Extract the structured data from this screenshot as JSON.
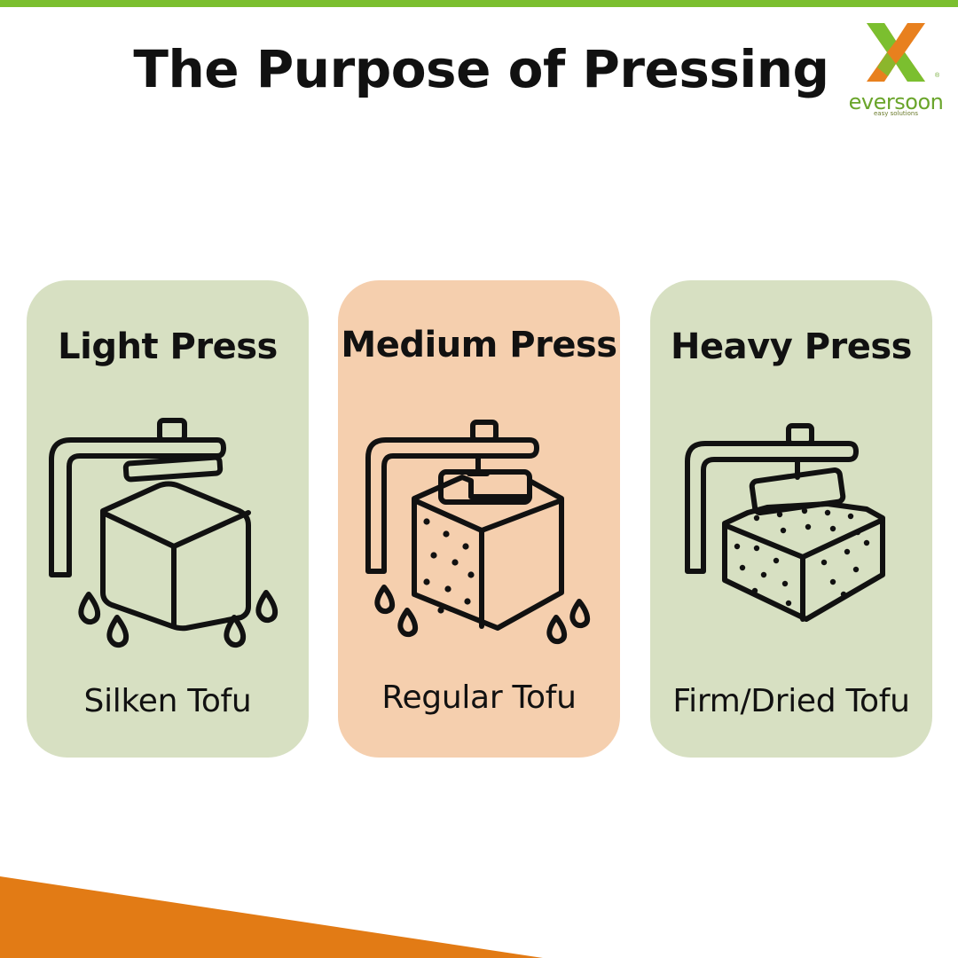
{
  "title": "The Purpose of Pressing",
  "logo": {
    "name": "eversoon",
    "tagline": "easy solutions",
    "registered_mark": "®"
  },
  "cards": [
    {
      "title": "Light Press",
      "subtitle": "Silken Tofu",
      "background": "#d7e0c2"
    },
    {
      "title": "Medium Press",
      "subtitle": "Regular Tofu",
      "background": "#f5cfae"
    },
    {
      "title": "Heavy Press",
      "subtitle": "Firm/Dried Tofu",
      "background": "#d7e0c2"
    }
  ],
  "colors": {
    "top_bar": "#7bbf2f",
    "bottom_stripe": "#e27b15",
    "logo_orange": "#e8801e",
    "logo_green": "#7bbf2f",
    "logo_text": "#6aa52b",
    "outline": "#111111"
  },
  "icons": [
    "light-press-icon",
    "medium-press-icon",
    "heavy-press-icon",
    "eversoon-logo-icon"
  ]
}
